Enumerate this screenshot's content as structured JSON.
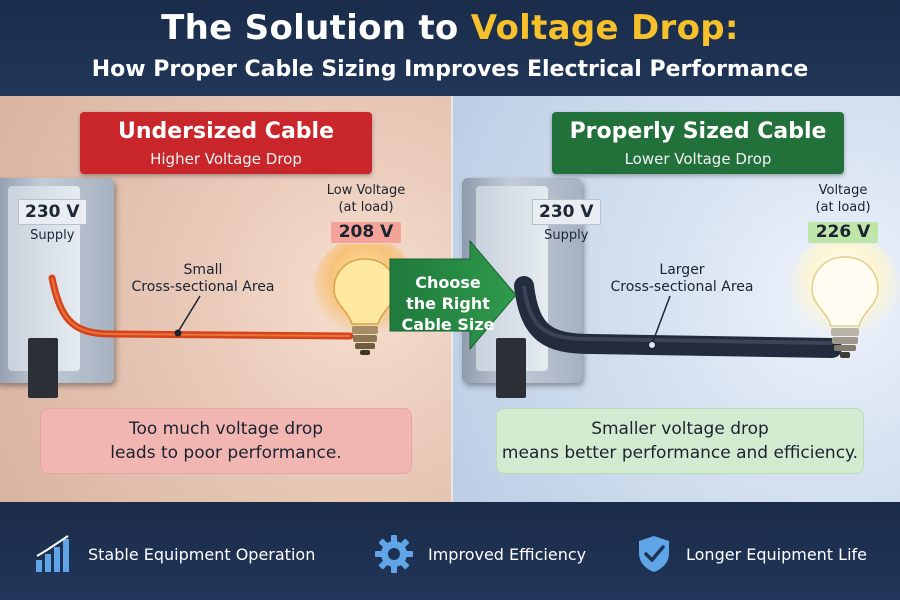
{
  "header": {
    "title_part1": "The Solution to ",
    "title_highlight": "Voltage Drop:",
    "subtitle": "How Proper Cable Sizing Improves Electrical Performance"
  },
  "left": {
    "banner_title": "Undersized Cable",
    "banner_sub": "Higher Voltage Drop",
    "supply_value": "230 V",
    "supply_label": "Supply",
    "area_line1": "Small",
    "area_line2": "Cross-sectional Area",
    "load_line1": "Low Voltage",
    "load_line2": "(at load)",
    "load_value": "208 V",
    "note_line1": "Too much voltage drop",
    "note_line2": "leads to poor performance."
  },
  "arrow": {
    "line1": "Choose",
    "line2": "the Right",
    "line3": "Cable Size"
  },
  "right": {
    "banner_title": "Properly Sized Cable",
    "banner_sub": "Lower Voltage Drop",
    "supply_value": "230 V",
    "supply_label": "Supply",
    "area_line1": "Larger",
    "area_line2": "Cross-sectional Area",
    "load_line1": "Voltage",
    "load_line2": "(at load)",
    "load_value": "226 V",
    "note_line1": "Smaller voltage drop",
    "note_line2": "means better performance and efficiency."
  },
  "footer": {
    "features": [
      {
        "icon": "bar-chart-icon",
        "label": "Stable Equipment Operation"
      },
      {
        "icon": "gear-icon",
        "label": "Improved Efficiency"
      },
      {
        "icon": "shield-check-icon",
        "label": "Longer Equipment Life"
      }
    ]
  },
  "colors": {
    "undersized": "#c8262b",
    "proper": "#22703a",
    "highlight": "#f6c12a",
    "navy": "#1d2f4d"
  }
}
